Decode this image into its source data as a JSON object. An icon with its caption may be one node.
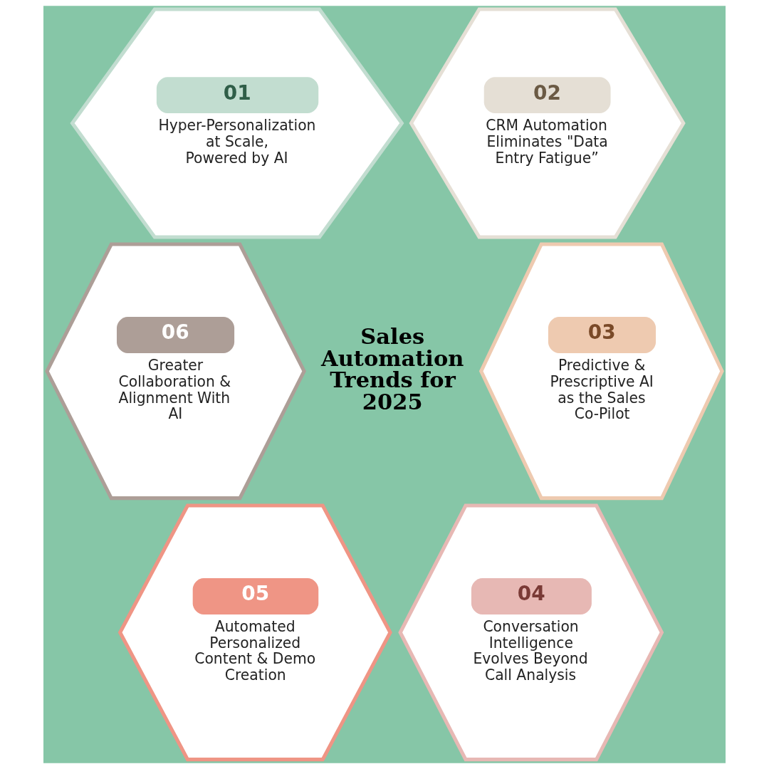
{
  "diagram": {
    "nodes": [
      {
        "text": [
          "01",
          "Hyper-Personalization at Scale, Powered by AI"
        ]
      },
      {
        "text": [
          "02",
          "CRM Automation Eliminates \"Data Entry Fatigue”"
        ]
      },
      {
        "text": [
          "06",
          "Greater Collaboration & Alignment With AI"
        ]
      },
      {
        "text": [
          "03",
          "Predictive & Prescriptive AI as the Sales Co-Pilot"
        ]
      },
      {
        "text": [
          "05",
          "Automated Personalized Content & Demo Creation"
        ]
      },
      {
        "text": [
          "04",
          "Conversation Intelligence Evolves Beyond Call Analysis"
        ]
      }
    ],
    "edges": [],
    "labels": [
      "Sales Automation Trends for 2025"
    ]
  }
}
